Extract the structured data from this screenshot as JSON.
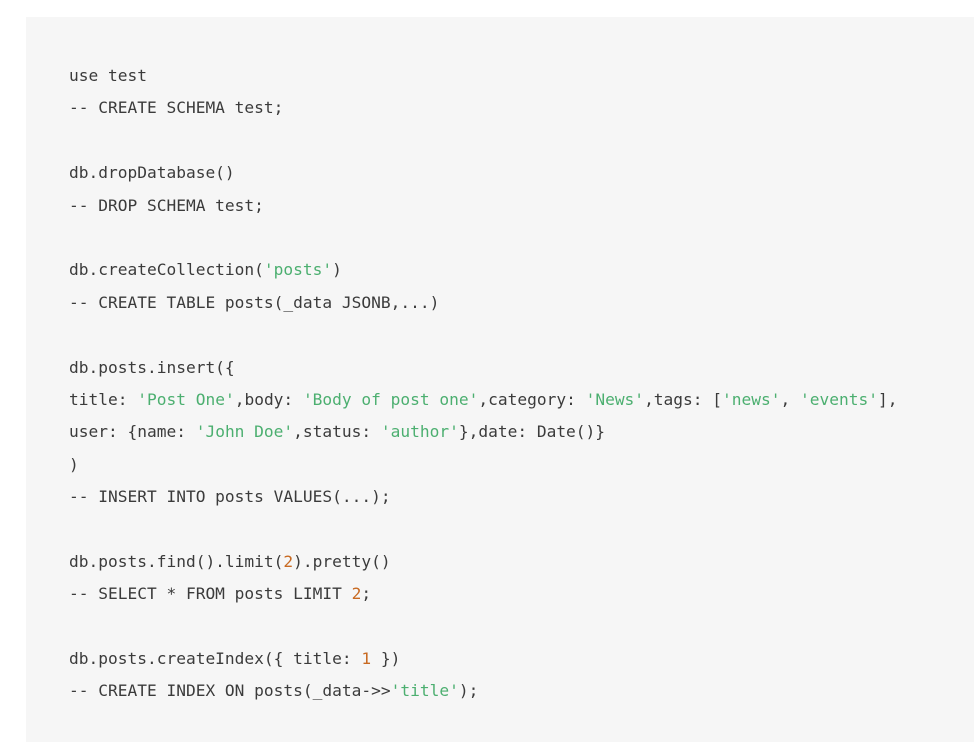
{
  "colors": {
    "background": "#ffffff",
    "code_background": "#f6f6f6",
    "text": "#3b3b3b",
    "string": "#4caf70",
    "number": "#c86a22"
  },
  "code_lines": [
    [
      {
        "t": "use test",
        "k": "plain"
      }
    ],
    [
      {
        "t": "-- CREATE SCHEMA test;",
        "k": "plain"
      }
    ],
    [],
    [
      {
        "t": "db.dropDatabase()",
        "k": "plain"
      }
    ],
    [
      {
        "t": "-- DROP SCHEMA test;",
        "k": "plain"
      }
    ],
    [],
    [
      {
        "t": "db.createCollection(",
        "k": "plain"
      },
      {
        "t": "'posts'",
        "k": "str"
      },
      {
        "t": ")",
        "k": "plain"
      }
    ],
    [
      {
        "t": "-- CREATE TABLE posts(_data JSONB,...)",
        "k": "plain"
      }
    ],
    [],
    [
      {
        "t": "db.posts.insert({",
        "k": "plain"
      }
    ],
    [
      {
        "t": "title: ",
        "k": "plain"
      },
      {
        "t": "'Post One'",
        "k": "str"
      },
      {
        "t": ",body: ",
        "k": "plain"
      },
      {
        "t": "'Body of post one'",
        "k": "str"
      },
      {
        "t": ",category: ",
        "k": "plain"
      },
      {
        "t": "'News'",
        "k": "str"
      },
      {
        "t": ",tags: [",
        "k": "plain"
      },
      {
        "t": "'news'",
        "k": "str"
      },
      {
        "t": ", ",
        "k": "plain"
      },
      {
        "t": "'events'",
        "k": "str"
      },
      {
        "t": "],",
        "k": "plain"
      }
    ],
    [
      {
        "t": "user: {name: ",
        "k": "plain"
      },
      {
        "t": "'John Doe'",
        "k": "str"
      },
      {
        "t": ",status: ",
        "k": "plain"
      },
      {
        "t": "'author'",
        "k": "str"
      },
      {
        "t": "},date: Date()}",
        "k": "plain"
      }
    ],
    [
      {
        "t": ")",
        "k": "plain"
      }
    ],
    [
      {
        "t": "-- INSERT INTO posts VALUES(...);",
        "k": "plain"
      }
    ],
    [],
    [
      {
        "t": "db.posts.find().limit(",
        "k": "plain"
      },
      {
        "t": "2",
        "k": "num"
      },
      {
        "t": ").pretty()",
        "k": "plain"
      }
    ],
    [
      {
        "t": "-- SELECT * FROM posts LIMIT ",
        "k": "plain"
      },
      {
        "t": "2",
        "k": "num"
      },
      {
        "t": ";",
        "k": "plain"
      }
    ],
    [],
    [
      {
        "t": "db.posts.createIndex({ title: ",
        "k": "plain"
      },
      {
        "t": "1",
        "k": "num"
      },
      {
        "t": " })",
        "k": "plain"
      }
    ],
    [
      {
        "t": "-- CREATE INDEX ON posts(_data->>",
        "k": "plain"
      },
      {
        "t": "'title'",
        "k": "str"
      },
      {
        "t": ");",
        "k": "plain"
      }
    ]
  ]
}
